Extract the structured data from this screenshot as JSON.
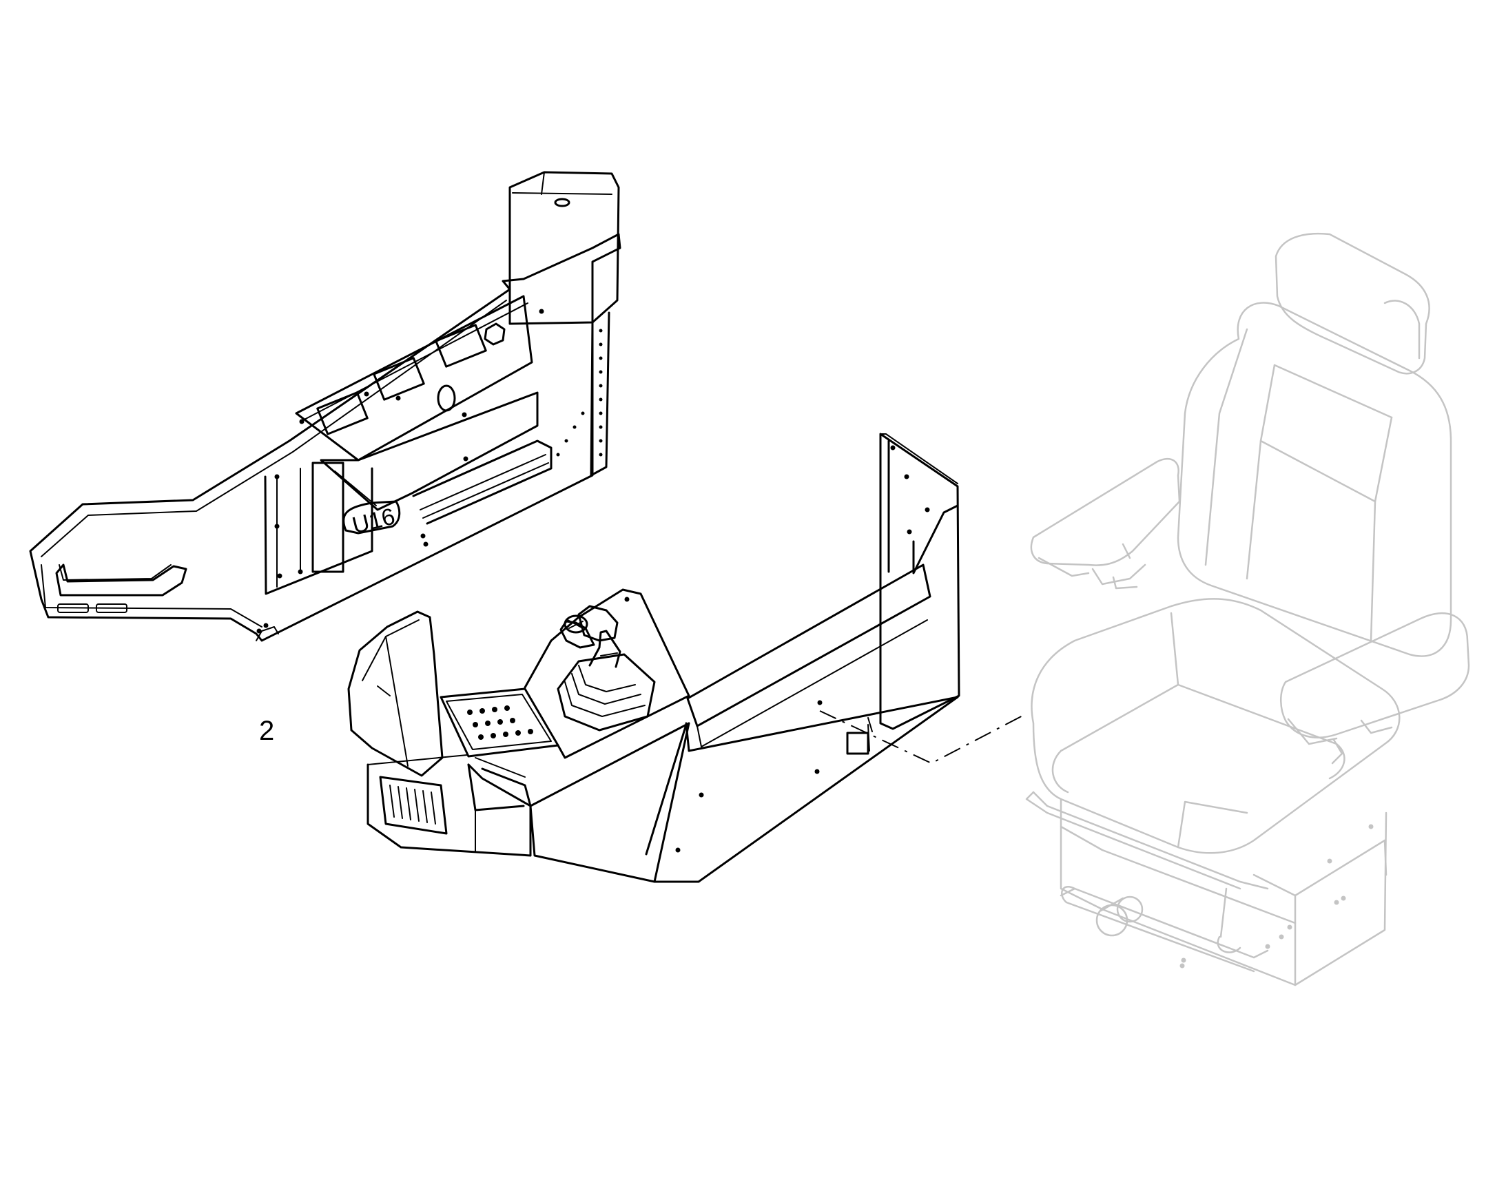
{
  "diagram": {
    "callouts": [
      {
        "id": "part-2",
        "label": "2"
      }
    ],
    "plate_label": "U16",
    "components": [
      {
        "id": "dashboard-panel",
        "style": "ink"
      },
      {
        "id": "side-console",
        "style": "ink"
      },
      {
        "id": "operator-seat",
        "style": "ghost"
      }
    ],
    "colors": {
      "ink": "#000000",
      "ghost": "#c4c4c4",
      "background": "#ffffff"
    }
  }
}
